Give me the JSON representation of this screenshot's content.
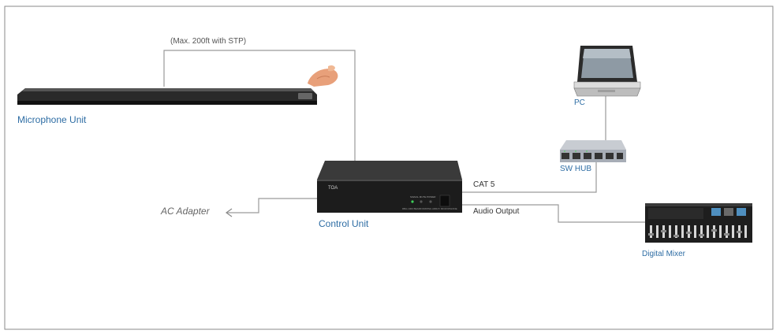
{
  "diagram": {
    "cable_note": "(Max. 200ft with STP)",
    "labels": {
      "microphone_unit": "Microphone Unit",
      "control_unit": "Control Unit",
      "ac_adapter": "AC Adapter",
      "pc": "PC",
      "sw_hub": "SW HUB",
      "digital_mixer": "Digital Mixer",
      "cat5": "CAT 5",
      "audio_output": "Audio Output"
    },
    "device_text": {
      "control_brand": "TOA",
      "control_panel": "SIGNAL  MUTE  POWER",
      "control_model": "RBA-1000 BEAMFORMING ARRAY MICROPHONE"
    },
    "colors": {
      "label_blue": "#2e6da4",
      "line_gray": "#9a9a9a",
      "frame_gray": "#888888",
      "device_dark": "#1f1f1f"
    }
  }
}
